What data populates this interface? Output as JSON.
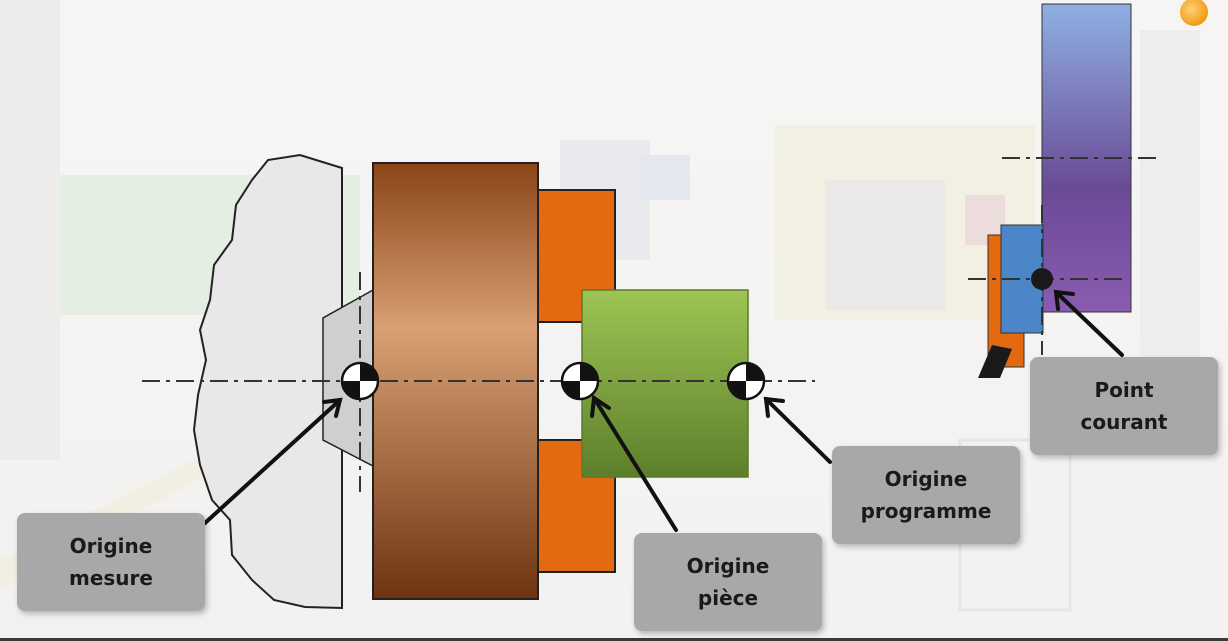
{
  "labels": {
    "origine_mesure": {
      "line1": "Origine",
      "line2": "mesure"
    },
    "origine_piece": {
      "line1": "Origine",
      "line2": "pièce"
    },
    "origine_programme": {
      "line1": "Origine",
      "line2": "programme"
    },
    "point_courant": {
      "line1": "Point",
      "line2": "courant"
    }
  },
  "colors": {
    "spindle_nose": "#e8e8e8",
    "chuck_dark": "#8a4418",
    "chuck_light": "#d8a074",
    "jaws": "#e36a10",
    "workpiece_top": "#9ec454",
    "workpiece_bottom": "#5d7f2c",
    "tool_holder_top": "#8fb0e2",
    "tool_holder_bottom": "#8a5cb0",
    "tool_insert": "#4a86c8",
    "label_bg": "#a8a8a8",
    "indicator_dot": "#f7a21b"
  },
  "icons": [
    "origin-symbol-icon",
    "indicator-dot-icon"
  ]
}
